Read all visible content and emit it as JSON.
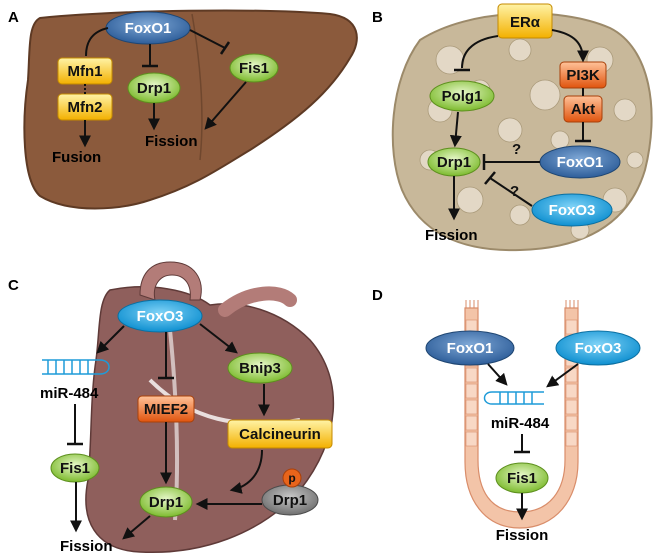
{
  "panels": {
    "A": {
      "letter": "A",
      "foxo1": "FoxO1",
      "mfn1": "Mfn1",
      "mfn2": "Mfn2",
      "drp1": "Drp1",
      "fis1": "Fis1",
      "fusion": "Fusion",
      "fission": "Fission"
    },
    "B": {
      "letter": "B",
      "era": "ERα",
      "polg1": "Polg1",
      "pi3k": "PI3K",
      "akt": "Akt",
      "drp1": "Drp1",
      "foxo1": "FoxO1",
      "foxo3": "FoxO3",
      "q1": "?",
      "q2": "?",
      "fission": "Fission"
    },
    "C": {
      "letter": "C",
      "foxo3": "FoxO3",
      "mir484": "miR-484",
      "bnip3": "Bnip3",
      "mief2": "MIEF2",
      "calcineurin": "Calcineurin",
      "fis1": "Fis1",
      "drp1": "Drp1",
      "p": "p",
      "drp1_p": "Drp1",
      "fission": "Fission"
    },
    "D": {
      "letter": "D",
      "foxo1": "FoxO1",
      "foxo3": "FoxO3",
      "mir484": "miR-484",
      "fis1": "Fis1",
      "fission": "Fission"
    }
  },
  "colors": {
    "liver": "#8b5a3c",
    "cell": "#c8b89a",
    "heart": "#8f5f5c",
    "villus": "#f3c4a8",
    "blue": "#3a6ea5",
    "cyan": "#1e9bd8",
    "green": "#8cc63f",
    "yellow": "#f6b800",
    "orange": "#e8641b"
  }
}
